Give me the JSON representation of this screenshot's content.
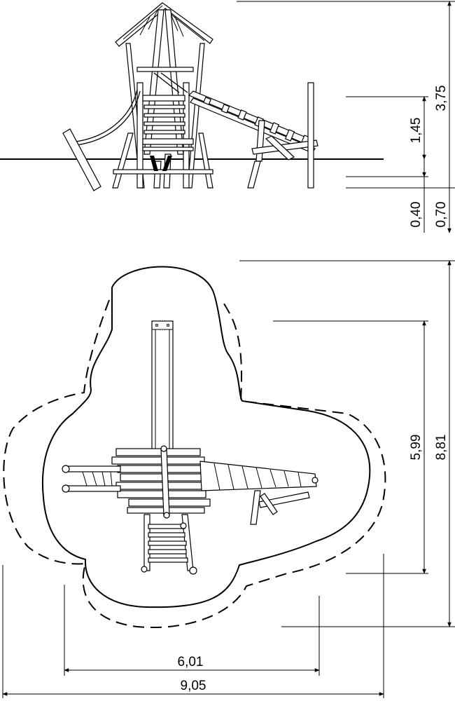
{
  "dimensions": {
    "height_total": "3,75",
    "platform_height": "1,45",
    "depth_lower": "0,40",
    "depth_upper": "0,70",
    "plan_inner_height": "5,99",
    "plan_outer_height": "8,81",
    "plan_inner_width": "6,01",
    "plan_outer_width": "9,05"
  }
}
